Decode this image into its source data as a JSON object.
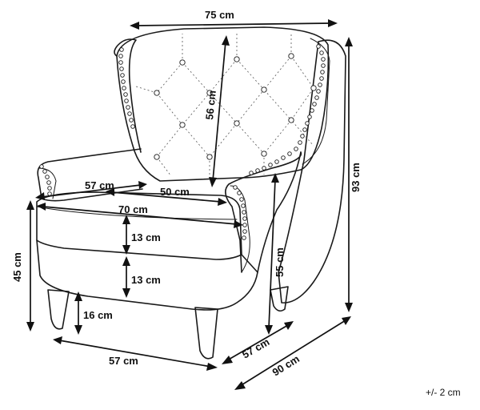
{
  "diagram": {
    "subject": "wingback armchair dimension drawing",
    "dimensions": {
      "total_width": "75 cm",
      "back_height": "56 cm",
      "arm_depth": "57 cm",
      "seat_width_inner": "50 cm",
      "seat_width": "70 cm",
      "cushion_height": "13 cm",
      "base_height": "13 cm",
      "seat_height": "45 cm",
      "leg_height": "16 cm",
      "front_width": "57 cm",
      "arm_height": "55 cm",
      "side_depth": "57 cm",
      "total_depth": "90 cm",
      "total_height": "93 cm"
    },
    "tolerance": "+/- 2 cm",
    "colors": {
      "line": "#1a1a1a",
      "background": "#ffffff"
    }
  }
}
